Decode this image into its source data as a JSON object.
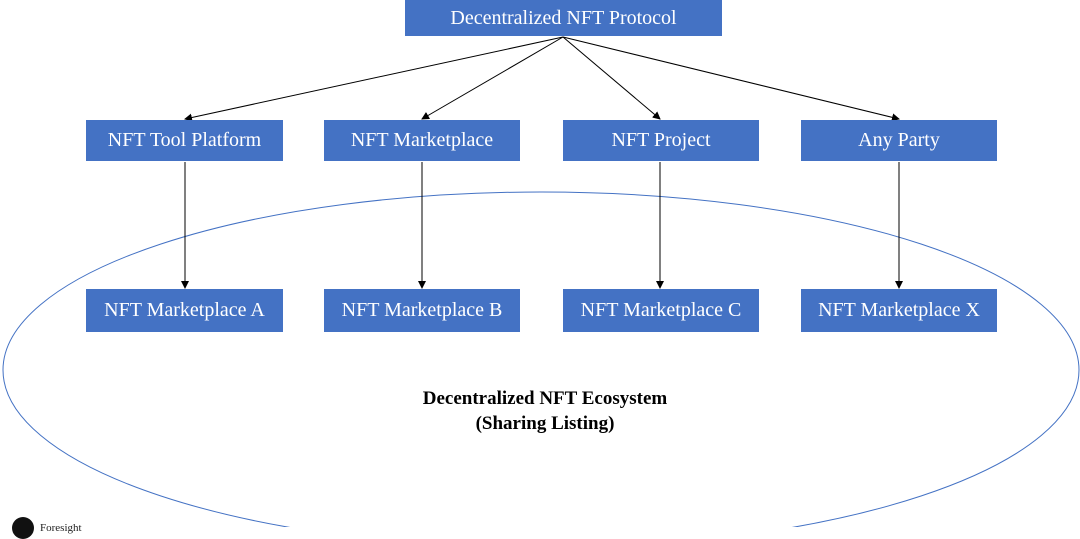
{
  "root": {
    "label": "Decentralized NFT Protocol"
  },
  "level1": [
    {
      "label": "NFT Tool Platform"
    },
    {
      "label": "NFT Marketplace"
    },
    {
      "label": "NFT Project"
    },
    {
      "label": "Any Party"
    }
  ],
  "level2": [
    {
      "label": "NFT Marketplace A"
    },
    {
      "label": "NFT Marketplace B"
    },
    {
      "label": "NFT Marketplace C"
    },
    {
      "label": "NFT Marketplace X"
    }
  ],
  "ecosystem": {
    "title": "Decentralized NFT Ecosystem",
    "subtitle": "(Sharing Listing)"
  },
  "logo": {
    "text": "Foresight"
  },
  "colors": {
    "box": "#4472C4",
    "ellipse": "#4472C4"
  }
}
